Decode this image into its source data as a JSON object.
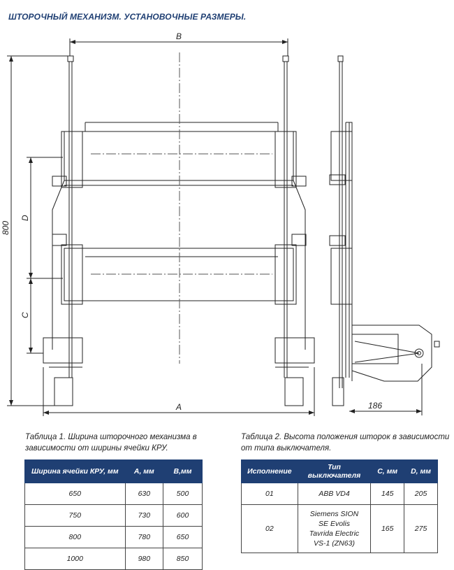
{
  "title": "ШТОРОЧНЫЙ МЕХАНИЗМ. УСТАНОВОЧНЫЕ РАЗМЕРЫ.",
  "drawing": {
    "dim_B": "B",
    "dim_A": "A",
    "dim_D": "D",
    "dim_C": "C",
    "dim_800": "800",
    "dim_186": "186"
  },
  "table1": {
    "caption": "Таблица 1. Ширина шторочного механизма в зависимости от ширины ячейки КРУ.",
    "headers": [
      "Ширина ячейки КРУ, мм",
      "А, мм",
      "В,мм"
    ],
    "rows": [
      [
        "650",
        "630",
        "500"
      ],
      [
        "750",
        "730",
        "600"
      ],
      [
        "800",
        "780",
        "650"
      ],
      [
        "1000",
        "980",
        "850"
      ]
    ]
  },
  "table2": {
    "caption": "Таблица 2. Высота положения шторок в зависимости от типа выключателя.",
    "headers": [
      "Исполнение",
      "Тип выключателя",
      "С, мм",
      "D, мм"
    ],
    "rows": [
      [
        "01",
        "ABB VD4",
        "145",
        "205"
      ],
      [
        "02",
        [
          "Siemens SION",
          "SE Evolis",
          "Tavrida Electric",
          "VS-1 (ZN63)"
        ],
        "165",
        "275"
      ]
    ]
  },
  "colors": {
    "accent": "#1f3f73"
  }
}
